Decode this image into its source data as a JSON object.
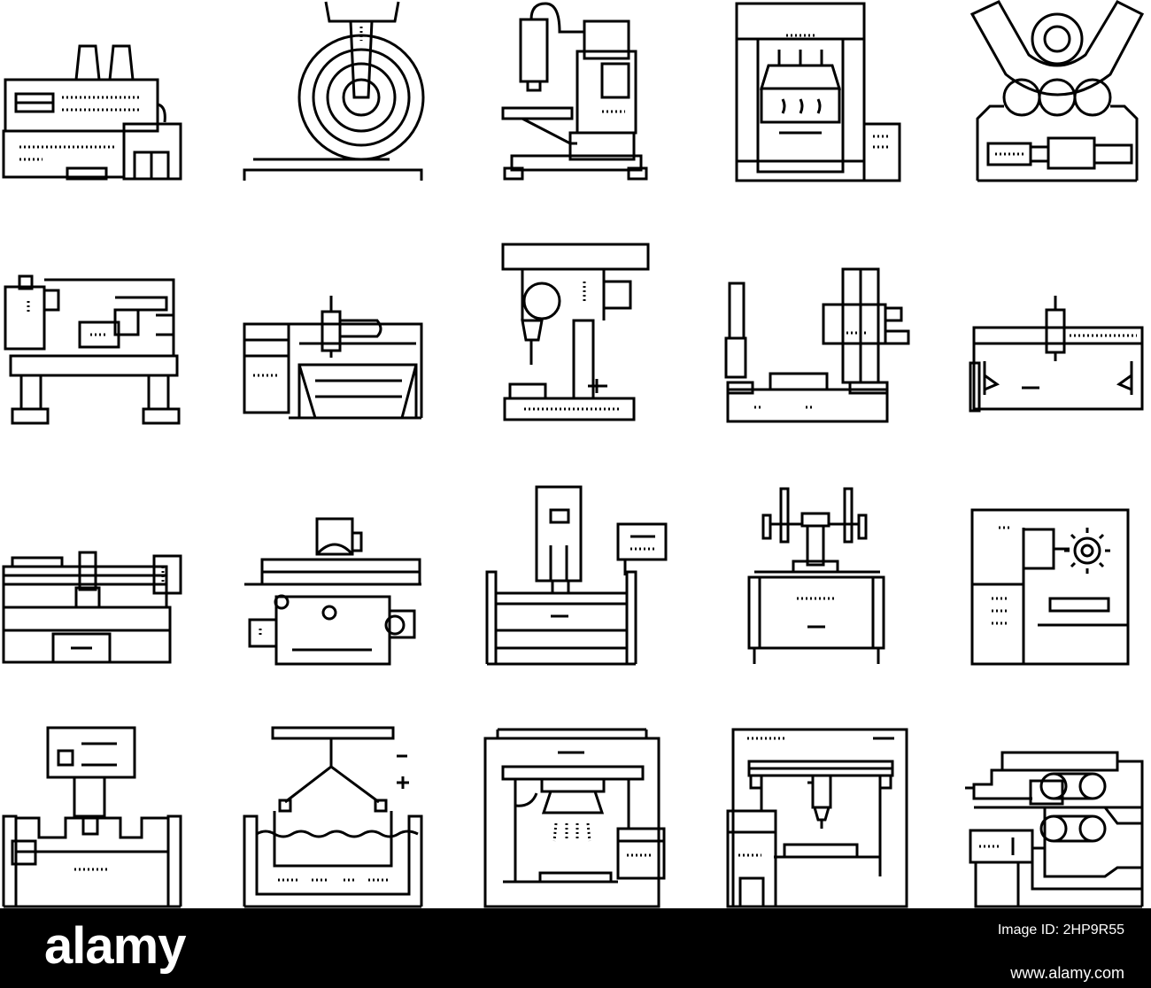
{
  "icon_set": {
    "style": "black outline line icons",
    "stroke_color": "#000000",
    "background_color": "#ffffff",
    "icons": [
      {
        "name": "factory-building-icon"
      },
      {
        "name": "circular-saw-icon"
      },
      {
        "name": "milling-machine-icon"
      },
      {
        "name": "hydraulic-press-icon"
      },
      {
        "name": "pipe-bending-machine-icon"
      },
      {
        "name": "lathe-machine-icon"
      },
      {
        "name": "cnc-router-icon"
      },
      {
        "name": "drill-press-icon"
      },
      {
        "name": "boring-machine-icon"
      },
      {
        "name": "gantry-cutting-machine-icon"
      },
      {
        "name": "planing-machine-icon"
      },
      {
        "name": "surface-grinder-icon"
      },
      {
        "name": "edm-machine-icon"
      },
      {
        "name": "double-column-machine-icon"
      },
      {
        "name": "cnc-machining-center-icon"
      },
      {
        "name": "stamping-press-icon"
      },
      {
        "name": "electroplating-bath-icon"
      },
      {
        "name": "laser-engraver-icon"
      },
      {
        "name": "cnc-3d-printer-icon"
      },
      {
        "name": "rolling-mill-icon"
      }
    ]
  },
  "watermark": {
    "logo_text": "alamy",
    "image_id_label": "Image ID: 2HP9R55",
    "image_id_value": "2HP9R55",
    "site_url": "www.alamy.com",
    "bar_color": "#000000",
    "text_color": "#ffffff"
  }
}
